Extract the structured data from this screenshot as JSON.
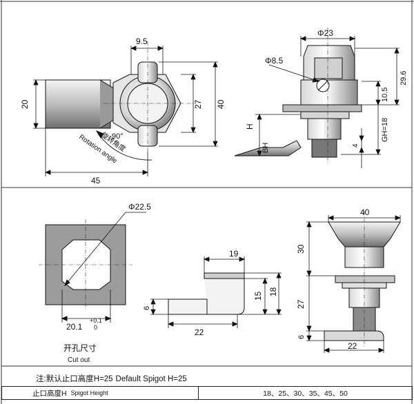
{
  "dims": {
    "d9_5": "9.5",
    "d20": "20",
    "d27_top": "27",
    "d40_top": "40",
    "d45": "45",
    "rot_angle": "90°",
    "rot_cn": "旋转角度",
    "rot_en": "Rotation angle",
    "phi23": "Φ23",
    "phi8_5": "Φ8.5",
    "H": "H",
    "BH": "BH",
    "GH": "GH=18",
    "d10_5": "10.5",
    "d29_6": "29.6",
    "d4": "4",
    "phi22_5": "Φ22.5",
    "d20_1": "20.1",
    "tol_plus": "+0.1",
    "tol_zero": "0",
    "d19": "19",
    "d15": "15",
    "d18": "18",
    "d6_mid": "6",
    "d22_mid": "22",
    "d40_right": "40",
    "d30": "30",
    "d27_right": "27",
    "d6_right": "6",
    "d22_right": "22"
  },
  "cutout": {
    "cn": "开孔尺寸",
    "en": "Cut out"
  },
  "note": {
    "cn": "注:默认止口高度H=25",
    "en": "Default Spigot H=25"
  },
  "table": {
    "label_cn": "止口高度H",
    "label_en": "Spigot Height",
    "values": "18、25、30、35、45、50"
  }
}
